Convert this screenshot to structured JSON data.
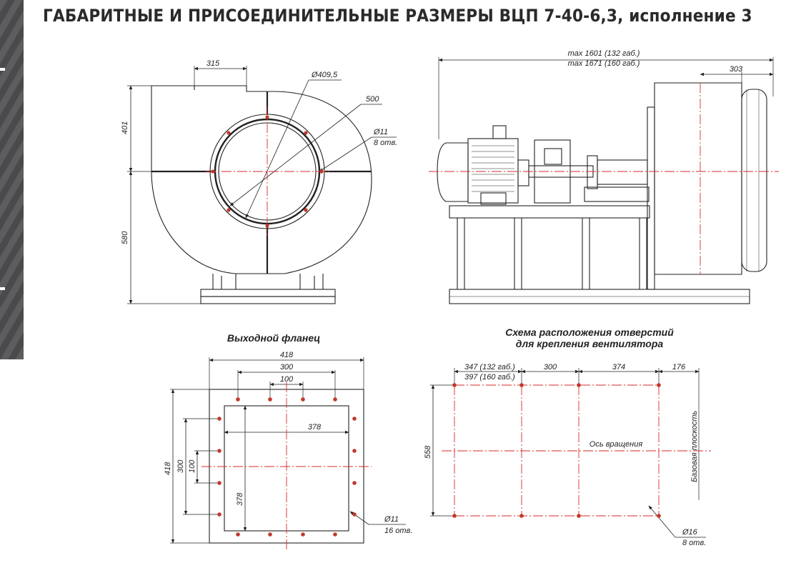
{
  "title": "ГАБАРИТНЫЕ И ПРИСОЕДИНИТЕЛЬНЫЕ РАЗМЕРЫ ВЦП 7-40-6,3, исполнение 3",
  "front_view": {
    "dim_315": "315",
    "dim_409": "Ø409,5",
    "dim_500": "500",
    "dim_11": "Ø11",
    "holes_8": "8 отв.",
    "dim_401": "401",
    "dim_580": "580"
  },
  "side_view": {
    "max_132": "max 1601 (132 габ.)",
    "max_160": "max 1671 (160 габ.)",
    "dim_303": "303"
  },
  "flange": {
    "heading": "Выходной фланец",
    "dim_418_top": "418",
    "dim_300_top": "300",
    "dim_100_top": "100",
    "dim_378_h": "378",
    "dim_418_left": "418",
    "dim_300_left": "300",
    "dim_100_left": "100",
    "dim_378_v": "378",
    "dim_11": "Ø11",
    "holes_16": "16 отв."
  },
  "holes_scheme": {
    "heading_line1": "Схема расположения отверстий",
    "heading_line2": "для крепления вентилятора",
    "dim_347": "347 (132 габ.)",
    "dim_397": "397 (160 габ.)",
    "dim_300": "300",
    "dim_374": "374",
    "dim_176": "176",
    "dim_558": "558",
    "axis_label": "Ось вращения",
    "base_plane": "Базовая плоскость",
    "dim_16": "Ø16",
    "holes_8": "8 отв."
  },
  "colors": {
    "sidebar": "#555557",
    "line": "#222222",
    "centerline": "#d42b2b",
    "hole": "#c0392b"
  }
}
